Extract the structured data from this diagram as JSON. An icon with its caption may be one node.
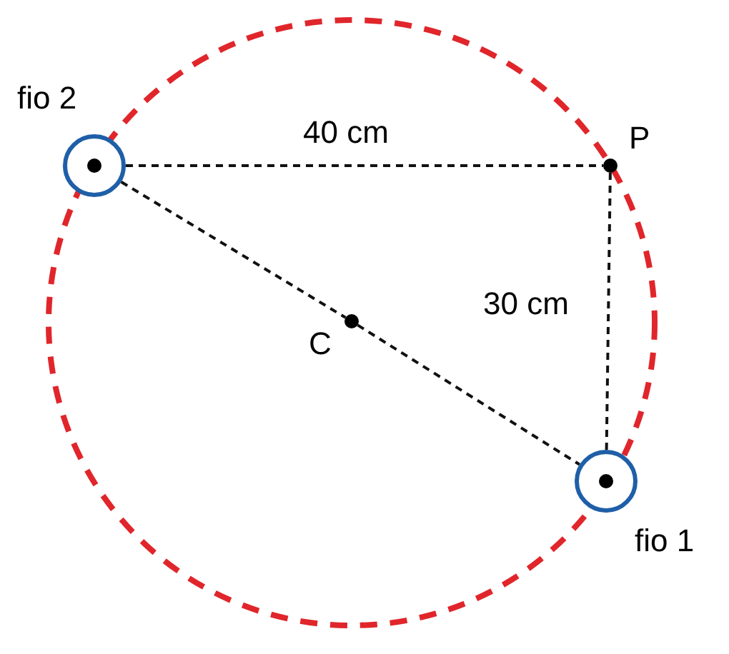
{
  "diagram": {
    "nodes": [
      {
        "text": [
          "fio 2"
        ]
      },
      {
        "text": [
          "P"
        ]
      },
      {
        "text": [
          "C"
        ]
      },
      {
        "text": [
          "fio 1"
        ]
      }
    ],
    "edges": [
      {
        "from": 0,
        "to": 1,
        "arrow": "none",
        "label": "40 cm",
        "style": "dashed"
      },
      {
        "from": 1,
        "to": 3,
        "arrow": "none",
        "label": "30 cm",
        "style": "dashed"
      },
      {
        "from": 0,
        "to": 2,
        "arrow": "none",
        "style": "dashed"
      },
      {
        "from": 2,
        "to": 3,
        "arrow": "none",
        "style": "dashed"
      }
    ]
  }
}
